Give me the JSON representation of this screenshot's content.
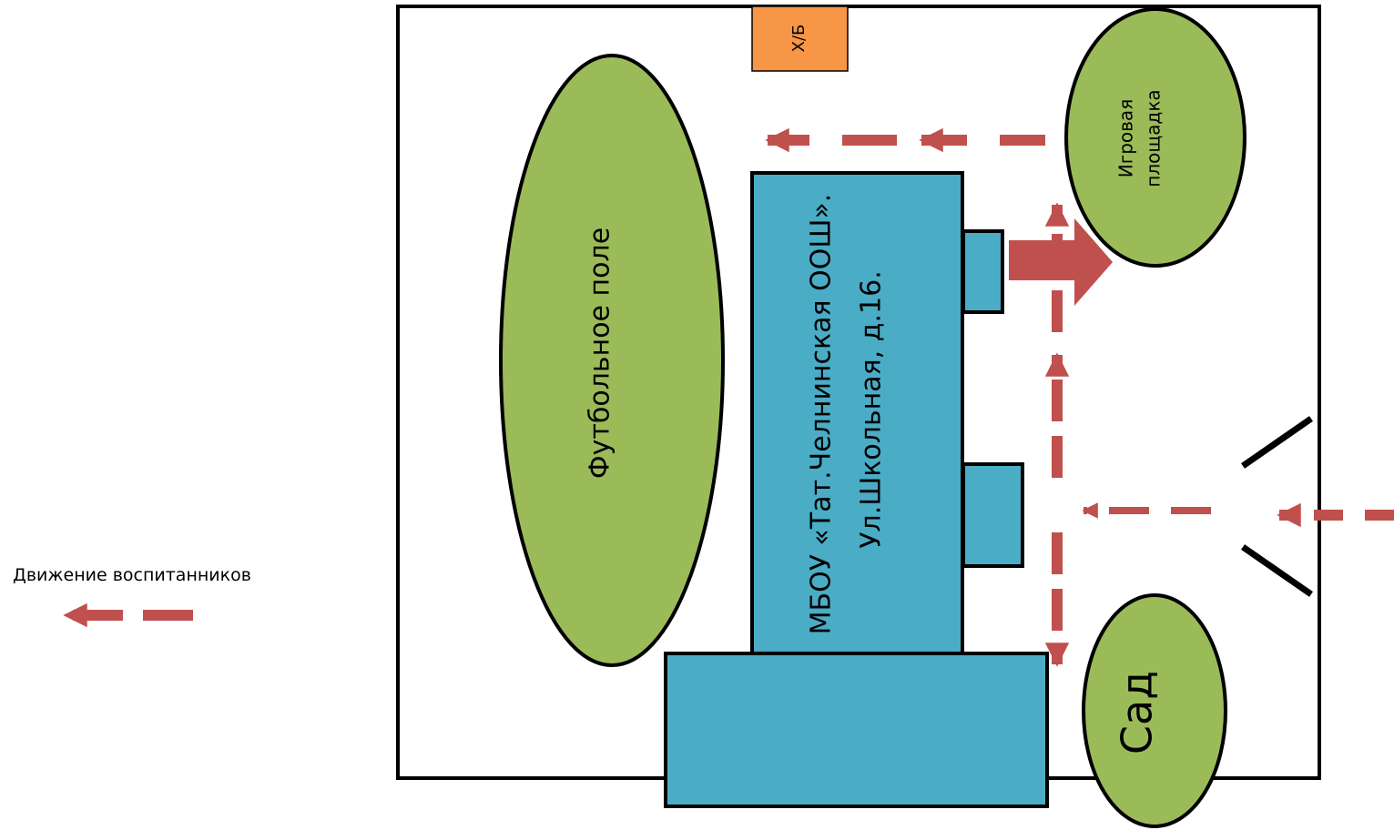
{
  "legend": {
    "label": "Движение воспитанников"
  },
  "labels": {
    "hb": "Х/Б",
    "football_field": "Футбольное поле",
    "school_line1": "МБОУ «Тат.Челнинская ООШ».",
    "school_line2": "Ул.Школьная, д.16.",
    "playground_line1": "Игровая",
    "playground_line2": "площадка",
    "garden": "Сад"
  },
  "colors": {
    "ground_fill": "#9bbb59",
    "building_fill": "#4bacc6",
    "storage_fill": "#f79646",
    "arrow": "#c0504d",
    "outline": "#000000"
  }
}
